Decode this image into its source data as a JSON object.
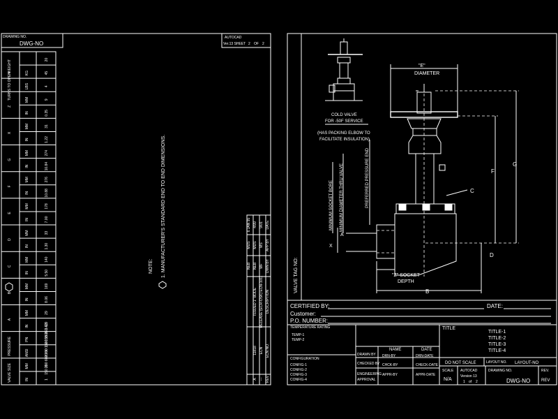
{
  "left_sheet": {
    "drawing_no_label": "DRAWING NO.",
    "drawing_no": "DWG-NO",
    "autocad_label": "AUTOCAD",
    "version_sheet": "Ver.13 SHEET",
    "sheet_num": "2",
    "sheet_of": "OF",
    "sheet_total": "2",
    "note_label": "NOTE:",
    "note_1": "1.  MANUFACTURER'S STANDARD END TO END DIMENSIONS.",
    "table": {
      "groups": [
        "VALVE SIZE",
        "PRESSURE",
        "A",
        "B",
        "C",
        "D",
        "E",
        "F",
        "G",
        "X",
        "Z",
        "TURNS TO OPEN",
        "WEIGHT"
      ],
      "col_units": [
        "IN",
        "MM",
        "ANSI",
        "PN",
        "IN",
        "MM",
        "IN",
        "MM",
        "IN",
        "MM",
        "IN",
        "MM",
        "IN",
        "MM",
        "IN",
        "MM",
        "IN",
        "MM",
        "IN",
        "MM",
        "IN",
        "MM",
        "LBS",
        "KG"
      ],
      "row_values": [
        "1",
        "25",
        "150 300 600 900 1500 2500",
        "20 50 110 150 260 420",
        "1.13",
        "29",
        "8.06",
        "169",
        "5.50",
        "140",
        "1.30",
        "33",
        "7.00",
        "178",
        "10.88",
        "276",
        "10.84",
        "274",
        "1.22",
        "31",
        "0.35",
        "9",
        "4",
        "45",
        "20"
      ]
    },
    "revision": {
      "title_rows": [
        "ISSUED 1\" BODE",
        "RELEASE (ECR-OSK) ECN-1011"
      ],
      "rev_col": [
        "A",
        "---"
      ],
      "ecn_col": [
        "11818",
        "ECN"
      ],
      "by_col": [
        "NEB",
        "MF"
      ],
      "app_col": [
        "MDS",
        "MS"
      ],
      "date_col": [
        "4/99",
        "9/01"
      ],
      "headers": [
        "REV",
        "ECN NO.",
        "DESCRIPTION",
        "DWN BY",
        "APP BY",
        "DATE"
      ],
      "header_top": [
        "NEB",
        "MDS",
        "6 JAN 95"
      ]
    }
  },
  "right_sheet": {
    "cold_valve_1": "COLD VALVE",
    "cold_valve_2": "FOR -50F SERVICE",
    "packing_1": "(HAS PACKING ELBOW TO",
    "packing_2": "FACILITATE INSULATION)",
    "e_label": "\"E\"",
    "diameter": "DIAMETER",
    "label_f": "F",
    "label_g": "G",
    "label_c": "C",
    "label_a": "A",
    "label_x": "X",
    "label_d": "D",
    "label_b": "B",
    "z_label": "\"Z\" SOCKET",
    "depth": "DEPTH",
    "preferred": "PREFERRED PRESSURE END",
    "min_socket": "MINIMUM SOCKET BORE",
    "min_dia": "MINIMUM DIAMETER THRU VALVE",
    "valve_tag": "VALVE TAG NO:",
    "certified": "CERTIFIED BY:",
    "date": "DATE:",
    "customer": "Customer:",
    "po": "P.O. NUMBER:",
    "temp_rating": "TEMPERATURE RATING",
    "temp_1": "TEMP-1",
    "temp_2": "TEMP-2",
    "config_label": "CONFIGURATION",
    "configs": [
      "CONFIG-1",
      "CONFIG-2",
      "CONFIG-3",
      "CONFIG-4"
    ],
    "name": "NAME",
    "date_col": "DATE",
    "drawn_by": "DRAWN BY",
    "checked_by": "CHECKED BY",
    "engineering": "ENGINEERING",
    "approval": "APPROVAL",
    "drwn_by": "DRN-BY",
    "drn_date": "DRN-DATE",
    "chck_by": "CHCK-BY",
    "chck_date": "CHECK-DATE",
    "appr_by": "APPR-BY",
    "appr_date": "APPR-DATE",
    "title_label": "TITLE",
    "titles": [
      "TITLE-1",
      "TITLE-2",
      "TITLE-3",
      "TITLE-4"
    ],
    "do_not_scale": "DO NOT SCALE",
    "layout_no_label": "LAYOUT NO.",
    "layout_no": "LAYOUT-NO",
    "scale_label": "SCALE",
    "scale": "N/A",
    "autocad": "AUTOCAD",
    "version": "Version 13",
    "sheet": "1",
    "sheet_of": "of",
    "sheet_total": "2",
    "drawing_no_label": "DRAWING NO.",
    "drawing_no": "DWG-NO",
    "rev_label": "REV.",
    "rev": "REV"
  }
}
